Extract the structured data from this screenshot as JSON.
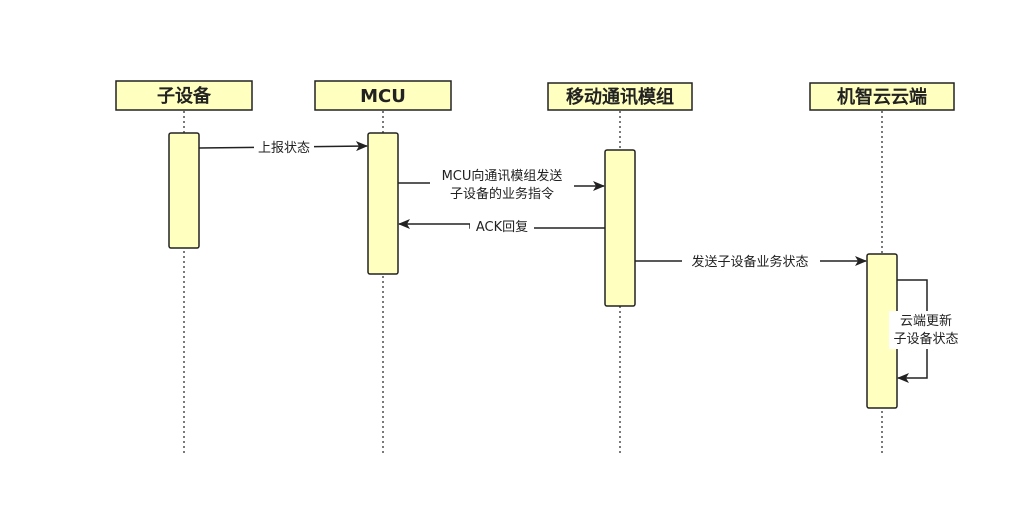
{
  "participants": [
    {
      "id": "sub",
      "label": "子设备"
    },
    {
      "id": "mcu",
      "label": "MCU"
    },
    {
      "id": "module",
      "label": "移动通讯模组"
    },
    {
      "id": "cloud",
      "label": "机智云云端"
    }
  ],
  "messages": [
    {
      "id": "m1",
      "from": "sub",
      "to": "mcu",
      "lines": [
        "上报状态"
      ]
    },
    {
      "id": "m2",
      "from": "mcu",
      "to": "module",
      "lines": [
        "MCU向通讯模组发送",
        "子设备的业务指令"
      ]
    },
    {
      "id": "m3",
      "from": "module",
      "to": "mcu",
      "lines": [
        "ACK回复"
      ]
    },
    {
      "id": "m4",
      "from": "module",
      "to": "cloud",
      "lines": [
        "发送子设备业务状态"
      ]
    },
    {
      "id": "m5",
      "from": "cloud",
      "to": "cloud",
      "lines": [
        "云端更新",
        "子设备状态"
      ]
    }
  ],
  "colors": {
    "fill": "#ffffc0",
    "stroke": "#222222"
  }
}
